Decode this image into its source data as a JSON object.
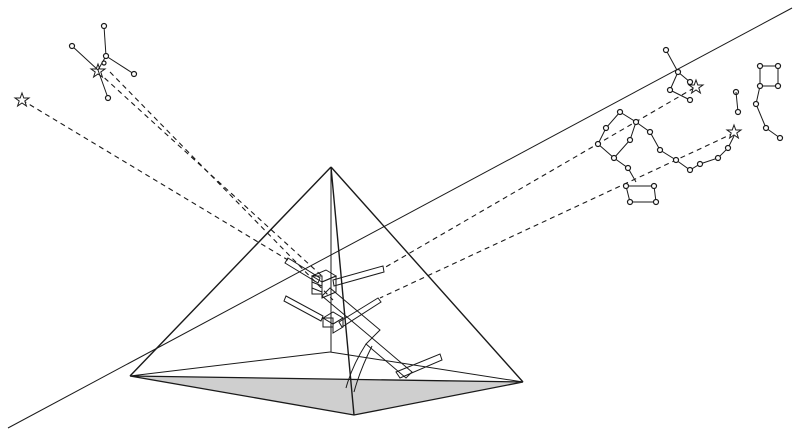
{
  "colors": {
    "ink": "#1a1a1a",
    "base": "#cfcfcf",
    "background": "#ffffff"
  },
  "diagram": {
    "subject": "pyramid",
    "elements": [
      "ecliptic-line",
      "pyramid",
      "internal-chambers",
      "sight-lines",
      "constellations",
      "stars"
    ]
  }
}
